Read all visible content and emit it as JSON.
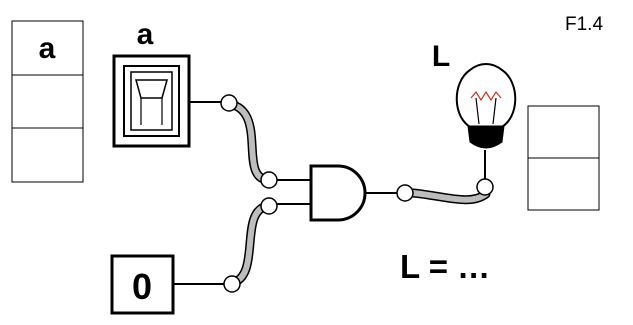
{
  "figure_id": "F1.4",
  "switch": {
    "label": "a"
  },
  "truth_table_left": {
    "header": "a",
    "rows": [
      "",
      ""
    ]
  },
  "lamp": {
    "label": "L"
  },
  "truth_table_right": {
    "rows": [
      "",
      ""
    ]
  },
  "constant_input": {
    "value": "0"
  },
  "gate": {
    "type": "AND"
  },
  "equation": {
    "text": "L = …"
  },
  "colors": {
    "wire": "#bdbdbd",
    "line": "#000000",
    "bulb_base": "#000000",
    "filament": "#c0392b"
  }
}
